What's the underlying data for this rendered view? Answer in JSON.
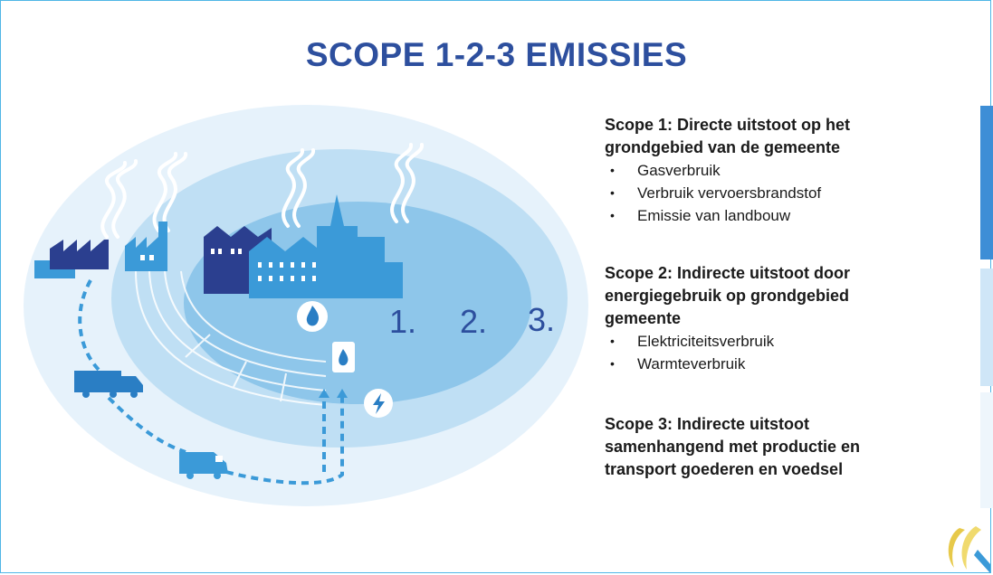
{
  "title": "SCOPE 1-2-3 EMISSIES",
  "diagram": {
    "ring_labels": [
      "1.",
      "2.",
      "3."
    ],
    "icons": [
      "flame-icon",
      "fuel-drop-icon",
      "lightning-icon",
      "factory-icon",
      "truck-icon",
      "van-icon"
    ],
    "colors": {
      "title": "#2d4f9e",
      "ring_outer": "#e6f2fb",
      "ring_middle": "#bfdff4",
      "ring_inner": "#8ec6ea",
      "buildings_dark": "#2b3f8f",
      "buildings_light": "#3b9ad8"
    }
  },
  "scopes": [
    {
      "heading_lines": [
        "Scope 1: Directe uitstoot op het",
        "grondgebied van de gemeente"
      ],
      "bullets": [
        "Gasverbruik",
        "Verbruik vervoersbrandstof",
        "Emissie van landbouw"
      ]
    },
    {
      "heading_lines": [
        "Scope 2: Indirecte uitstoot door",
        "energiegebruik op grondgebied",
        "gemeente"
      ],
      "bullets": [
        "Elektriciteitsverbruik",
        "Warmteverbruik"
      ]
    },
    {
      "heading_lines": [
        "Scope 3: Indirecte uitstoot",
        "samenhangend met productie en",
        "transport goederen en voedsel"
      ],
      "bullets": []
    }
  ],
  "bullet_glyph": "•"
}
